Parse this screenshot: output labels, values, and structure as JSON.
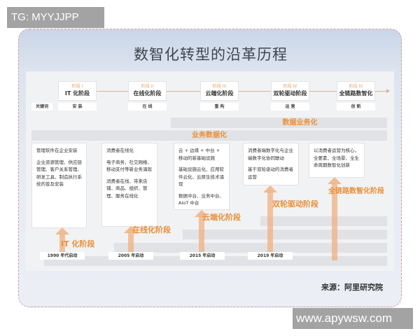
{
  "watermarks": {
    "top": "TG: MYYJJPP",
    "bottom": "www.apywsw.com"
  },
  "title": "数智化转型的沿革历程",
  "keyword_label": "关键词",
  "stages": [
    {
      "label": "阶段 I",
      "name": "IT 化阶段",
      "keyword": "安 装"
    },
    {
      "label": "阶段 II",
      "name": "在线化阶段",
      "keyword": "在 线"
    },
    {
      "label": "阶段 III",
      "name": "云端化阶段",
      "keyword": "重 构"
    },
    {
      "label": "阶段 IV",
      "name": "双轮驱动阶段",
      "keyword": "运 营"
    },
    {
      "label": "阶段 IV",
      "name": "全链路数智化",
      "keyword": "创 新"
    }
  ],
  "bands": {
    "data_business": "数据业务化",
    "business_data": "业务数据化"
  },
  "boxes": [
    {
      "lines": [
        "管理软件在企业安装",
        "企业资源管理、供应链管理、客户关系管理、研发工具、制造执行系统的普及安装"
      ]
    },
    {
      "lines": [
        "消费者在线化",
        "电子商务、社交网络、移动支付等新业务涌现",
        "消费者在线、带来店铺、商品、组织、管理、服务在线化"
      ]
    },
    {
      "lines": [
        "云 + 边缘 + 中台 + 移动的新基础设施",
        "基础设施云化、应用软件云化、云原生技术涌现",
        "数据中台、业务中台、AIoT 中台"
      ]
    },
    {
      "lines": [
        "消费者端数字化与企业端数字化协同联动",
        "基于双轮驱动的消费者运营"
      ]
    },
    {
      "lines": [
        "以消费者运营为核心，全要素、全场景、全生命周期数智化创新"
      ]
    }
  ],
  "phases": [
    "IT 化阶段",
    "在线化阶段",
    "云端化阶段",
    "双轮驱动阶段",
    "全链路数智化阶段"
  ],
  "years": [
    "1990 年代启动",
    "2005 年启动",
    "2015 年启动",
    "2019 年启动"
  ],
  "source": "来源：阿里研究院",
  "colors": {
    "accent_orange": "#e8903a",
    "arrow": "#f0b080",
    "band_gray": "#e0e2e5",
    "card_border": "#d49a9a"
  }
}
